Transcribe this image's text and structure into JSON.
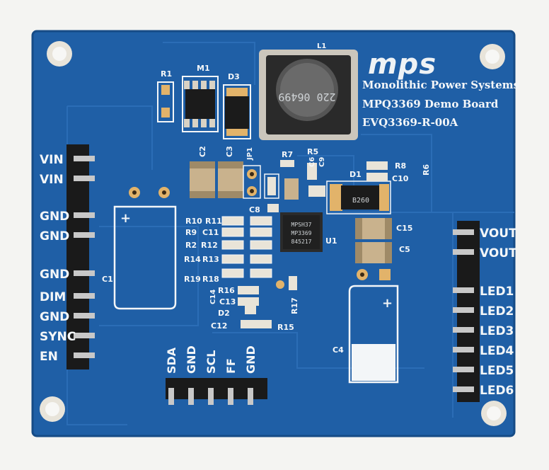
{
  "logo": "mps",
  "board": {
    "company": "Monolithic Power Systems",
    "name": "MPQ3369 Demo Board",
    "part": "EVQ3369-R-00A"
  },
  "left_header": [
    "VIN",
    "VIN",
    "GND",
    "GND",
    "GND",
    "DIM",
    "GND",
    "SYNC",
    "EN"
  ],
  "right_header": [
    "VOUT",
    "VOUT",
    "LED1",
    "LED2",
    "LED3",
    "LED4",
    "LED5",
    "LED6"
  ],
  "bottom_header": [
    "SDA",
    "GND",
    "SCL",
    "FF",
    "GND"
  ],
  "refdes": {
    "R1": "R1",
    "M1": "M1",
    "D3": "D3",
    "L1": "L1",
    "C2": "C2",
    "C3": "C3",
    "JP1": "JP1",
    "R7": "R7",
    "R5": "R5",
    "C6": "C6",
    "C9": "C9",
    "D1": "D1",
    "R8": "R8",
    "R6": "R6",
    "C10": "C10",
    "C8": "C8",
    "R10": "R10",
    "R11": "R11",
    "R9": "R9",
    "C11": "C11",
    "R2": "R2",
    "R12": "R12",
    "R14": "R14",
    "R13": "R13",
    "R19": "R19",
    "R18": "R18",
    "R16": "R16",
    "C14": "C14",
    "C13": "C13",
    "D2": "D2",
    "R17": "R17",
    "C12": "C12",
    "R15": "R15",
    "U1": "U1",
    "C15": "C15",
    "C5": "C5",
    "C1": "C1",
    "C4": "C4"
  },
  "chips": {
    "inductor_marking": "220 06499",
    "u1_marking": [
      "MPSH37",
      "MP3369",
      "845217"
    ],
    "d1_marking": "B260"
  },
  "colors": {
    "pcb": "#1f5fa6",
    "pcb_dark": "#164b86",
    "silkscreen": "#f3f6f8",
    "pad": "#e2b36a",
    "component": "#1b1b1b",
    "capacitor": "#c9b28d"
  }
}
